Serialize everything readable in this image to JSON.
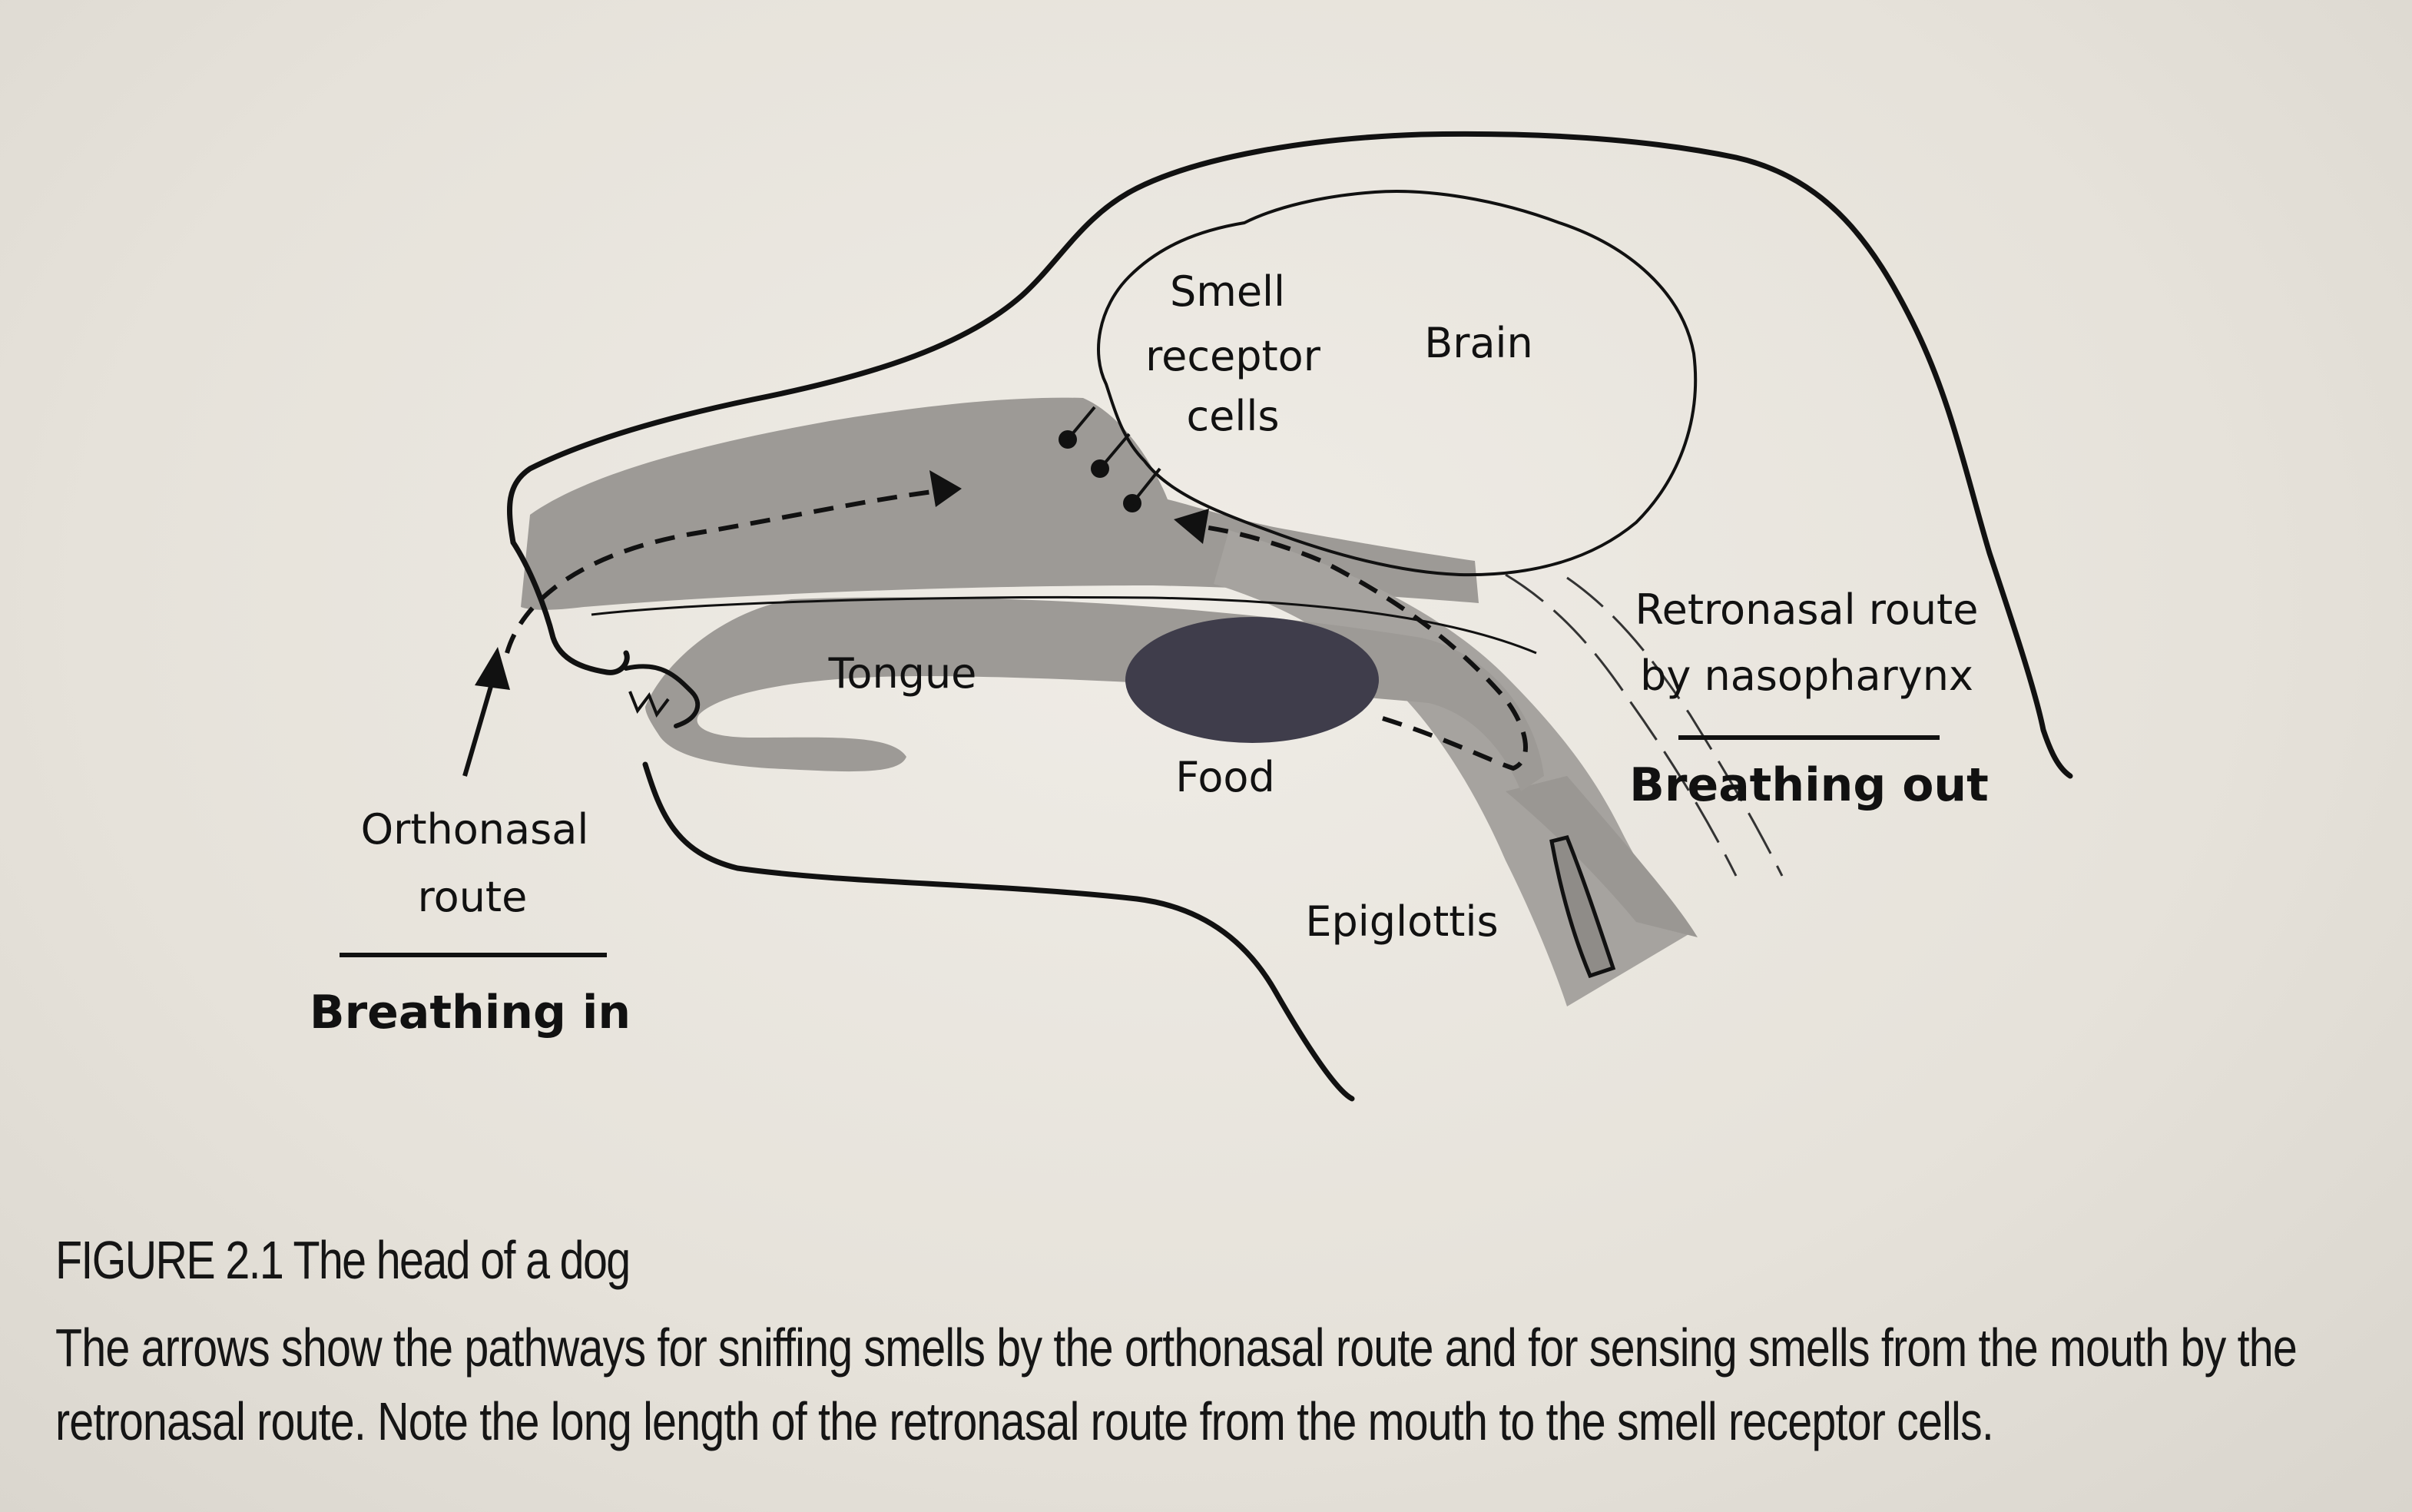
{
  "figure": {
    "caption_title": "FIGURE 2.1 The head of a dog",
    "caption_body": "The arrows show the pathways for sniffing smells by the orthonasal route and for sensing smells from the mouth by the retronasal route. Note the long length of the retronasal route from the mouth to the smell receptor cells."
  },
  "labels": {
    "smell_receptor_line1": "Smell",
    "smell_receptor_line2": "receptor",
    "smell_receptor_line3": "cells",
    "brain": "Brain",
    "tongue": "Tongue",
    "food": "Food",
    "epiglottis": "Epiglottis",
    "orthonasal_line1": "Orthonasal",
    "orthonasal_line2": "route",
    "breathing_in": "Breathing in",
    "retronasal_line1": "Retronasal route",
    "retronasal_line2": "by nasopharynx",
    "breathing_out": "Breathing out"
  },
  "colors": {
    "airway_gray": "#9d9a96",
    "food_dark": "#3f3d4b",
    "ink": "#111111"
  }
}
